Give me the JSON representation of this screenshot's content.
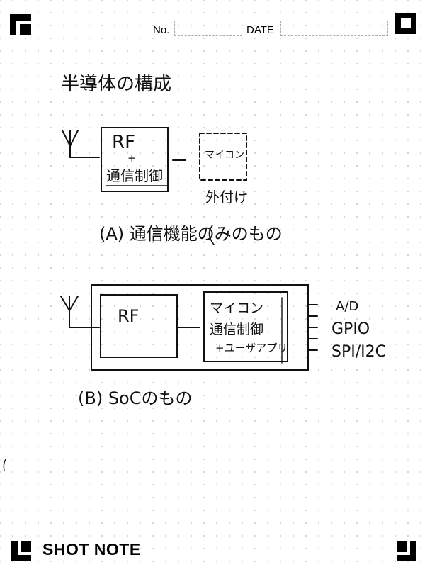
{
  "header": {
    "no_label": "No.",
    "date_label": "DATE"
  },
  "footer": {
    "brand": "SHOT NOTE"
  },
  "note": {
    "title": "半導体の構成",
    "diagram_a": {
      "rf_label": "RF",
      "plus": "+",
      "comm_control": "通信制御",
      "mcu_label": "マイコン",
      "external": "外付け",
      "caption": "(A) 通信機能のみのもの"
    },
    "diagram_b": {
      "rf_label": "RF",
      "mcu_label": "マイコン",
      "comm_control": "通信制御",
      "user_app": "+ユーザアプリ",
      "io_ad": "A/D",
      "io_gpio": "GPIO",
      "io_spi": "SPI/I2C",
      "caption": "(B) SoCのもの"
    }
  }
}
